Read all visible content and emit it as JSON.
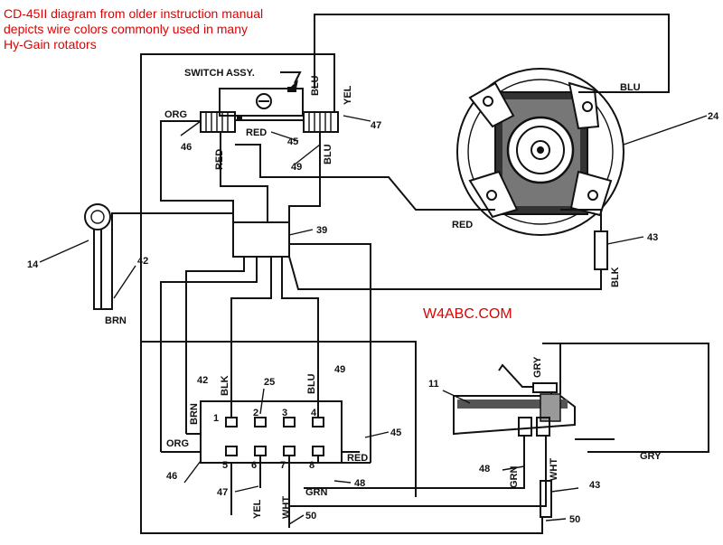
{
  "caption": {
    "line1": "CD-45II diagram from older instruction manual",
    "line2": "depicts wire colors commonly used in many",
    "line3": "Hy-Gain rotators"
  },
  "watermark": "W4ABC.COM",
  "labels": {
    "switch_assy": "SWITCH ASSY.",
    "blu_top": "BLU",
    "yel_top": "YEL",
    "n47_top": "47",
    "org_left": "ORG",
    "n46_top": "46",
    "red_switch": "RED",
    "n45_top": "45",
    "red_vertical": "RED",
    "blu_vertical": "BLU",
    "n49_top": "49",
    "blu_right": "BLU",
    "n24": "24",
    "red_mid": "RED",
    "n39": "39",
    "n43_top": "43",
    "blk_right": "BLK",
    "n14": "14",
    "n42_left": "42",
    "brn_left": "BRN",
    "n42_term": "42",
    "blk_term": "BLK",
    "n25": "25",
    "blu_term": "BLU",
    "n49_term": "49",
    "brn_term": "BRN",
    "pin1": "1",
    "pin2": "2",
    "pin3": "3",
    "pin4": "4",
    "org_term": "ORG",
    "pin5": "5",
    "pin6": "6",
    "pin7": "7",
    "pin8": "8",
    "red_term": "RED",
    "n45_term": "45",
    "n46_term": "46",
    "n47_term": "47",
    "grn_term": "GRN",
    "n48_term": "48",
    "yel_term": "YEL",
    "wht_term": "WHT",
    "n50_term": "50",
    "n11": "11",
    "gry_top": "GRY",
    "gry_bottom": "GRY",
    "n48_pot": "48",
    "grn_pot": "GRN",
    "wht_pot": "WHT",
    "n43_bottom": "43",
    "n50_bottom": "50"
  }
}
